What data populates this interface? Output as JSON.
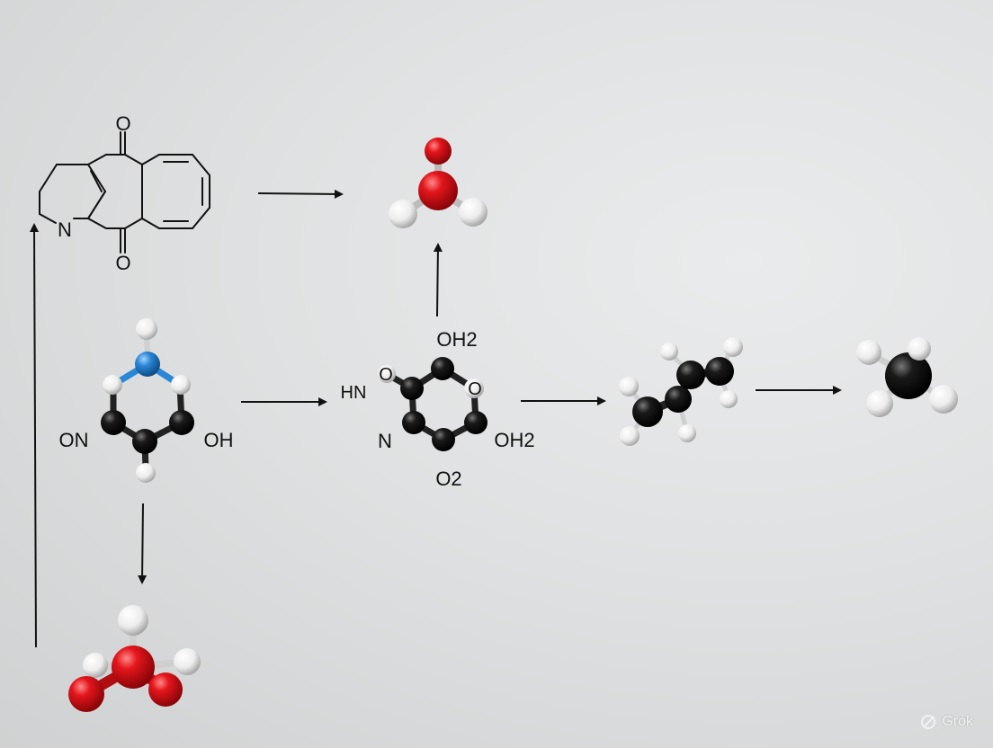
{
  "structure_top_left": {
    "atoms": {
      "o_top": "O",
      "o_bottom": "O",
      "n": "N"
    }
  },
  "structure_center": {
    "atoms": {
      "oh2_top": "OH2",
      "hn": "HN",
      "o_left": "O",
      "o_ring": "O",
      "n": "N",
      "oh2_right": "OH2",
      "o2_bottom": "O2"
    }
  },
  "ball_model_left": {
    "labels": {
      "on": "ON",
      "oh": "OH"
    }
  },
  "watermark": {
    "text": "Grok"
  },
  "colors": {
    "carbon": "#111111",
    "oxygen": "#d8141a",
    "hydrogen": "#f2f2f2",
    "nitrogen": "#2a86d6",
    "background": "#dfe1e2"
  }
}
